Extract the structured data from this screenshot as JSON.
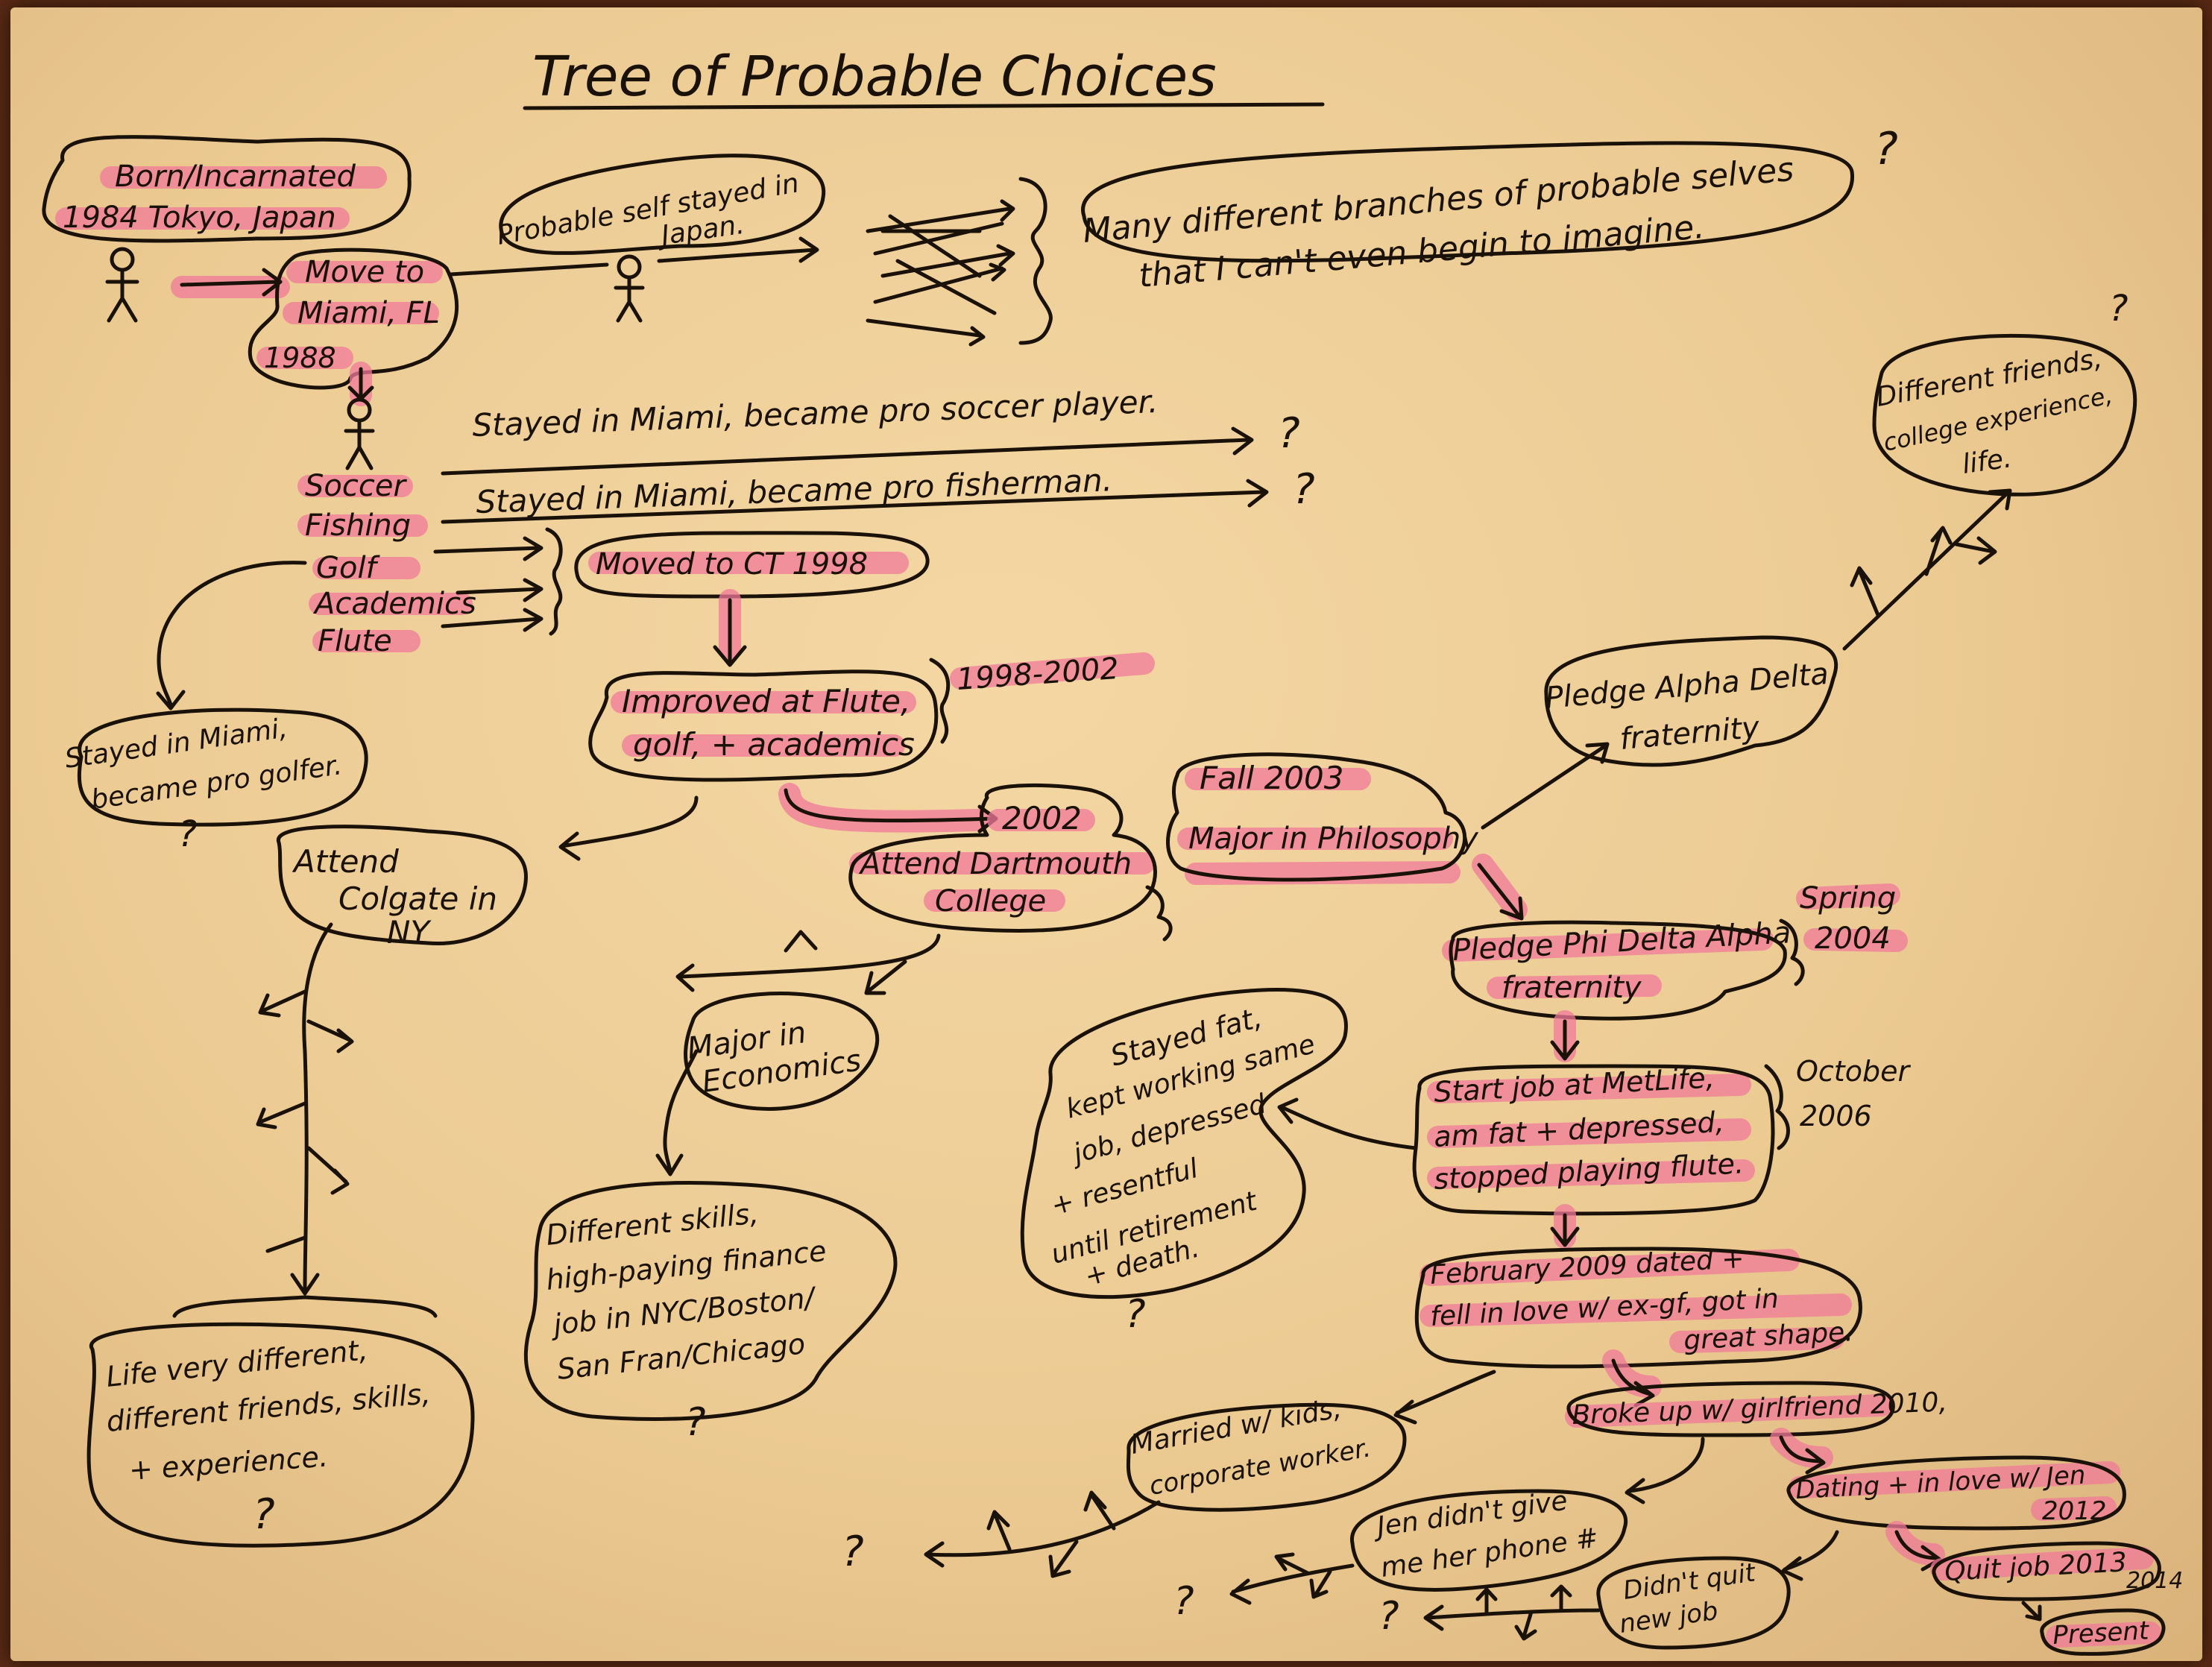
{
  "title": "Tree of Probable Choices",
  "nodes": {
    "born": [
      "Born/Incarnated",
      "1984 Tokyo, Japan"
    ],
    "move_miami": [
      "Move to",
      "Miami, FL",
      "1988"
    ],
    "stayed_japan": [
      "Probable self stayed in",
      "Japan."
    ],
    "many_branches": [
      "Many different branches of probable selves",
      "that I can't even begin to imagine."
    ],
    "q_many": "?",
    "soccer": "Soccer",
    "fishing": "Fishing",
    "golf": "Golf",
    "academics": "Academics",
    "flute": "Flute",
    "pro_soccer": "Stayed in Miami, became pro soccer player.",
    "q_soccer": "?",
    "pro_fisherman": "Stayed in Miami, became pro fisherman.",
    "q_fisherman": "?",
    "moved_ct": "Moved to CT 1998",
    "improved": [
      "Improved at Flute,",
      "golf, + academics"
    ],
    "years_1998": "1998-2002",
    "pro_golfer": [
      "Stayed in Miami,",
      "became pro golfer."
    ],
    "q_golfer": "?",
    "colgate": [
      "Attend",
      "Colgate in",
      "NY"
    ],
    "life_different": [
      "Life very different,",
      "different friends, skills,",
      "+ experience."
    ],
    "q_life": "?",
    "dartmouth": [
      "2002",
      "Attend Dartmouth",
      "College"
    ],
    "fall_2003": [
      "Fall 2003",
      "Major in Philosophy"
    ],
    "alpha_delta": [
      "Pledge Alpha Delta",
      "fraternity"
    ],
    "different_friends": [
      "Different friends,",
      "college experience,",
      "life."
    ],
    "q_friends": "?",
    "economics": [
      "Major in",
      "Economics"
    ],
    "finance": [
      "Different skills,",
      "high-paying finance",
      "job in NYC/Boston/",
      "San Fran/Chicago"
    ],
    "q_finance": "?",
    "phi_delta": [
      "Pledge Phi Delta Alpha",
      "fraternity"
    ],
    "spring_2004": [
      "Spring",
      "2004"
    ],
    "metlife": [
      "Start job at MetLife,",
      "am fat + depressed,",
      "stopped playing flute."
    ],
    "october_2006": [
      "October",
      "2006"
    ],
    "stayed_fat": [
      "Stayed fat,",
      "kept working same",
      "job, depressed",
      "+ resentful",
      "until retirement",
      "+ death."
    ],
    "q_fat": "?",
    "feb_2009": [
      "February 2009 dated +",
      "fell in love w/ ex-gf, got in",
      "great shape."
    ],
    "married": [
      "Married w/ kids,",
      "corporate worker."
    ],
    "broke_up": "Broke up w/ girlfriend 2010,",
    "jen_phone": [
      "Jen didn't give",
      "me her phone #"
    ],
    "dating_jen": [
      "Dating + in love w/ Jen",
      "2012"
    ],
    "quit_job": "Quit job 2013",
    "year_2014": "2014",
    "present": "Present",
    "didnt_quit": [
      "Didn't quit",
      "new job"
    ],
    "q_married": "?",
    "q_jen": "?",
    "q_didnt": "?"
  }
}
